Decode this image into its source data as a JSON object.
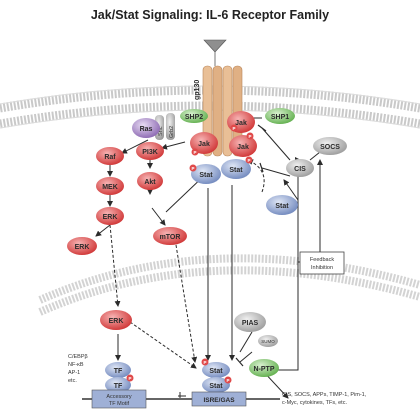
{
  "title": "Jak/Stat Signaling: IL-6 Receptor Family",
  "receptor": {
    "label": "gp130"
  },
  "adaptors": {
    "shc": "Shc",
    "grb2": "Grb2"
  },
  "nodes": {
    "ras": "Ras",
    "shp2": "SHP2",
    "jak_left": "Jak",
    "jak_right": "Jak",
    "jak_top": "Jak",
    "shp1": "SHP1",
    "socs": "SOCS",
    "cis": "CIS",
    "raf": "Raf",
    "mek": "MEK",
    "erk1": "ERK",
    "erk2": "ERK",
    "pi3k": "PI3K",
    "akt": "Akt",
    "mtor": "mTOR",
    "stat_left": "Stat",
    "stat_right": "Stat",
    "stat_free": "Stat",
    "erk_nuc": "ERK",
    "pias": "PIAS",
    "sumo": "SUMO",
    "nptp": "N-PTP",
    "tf_top": "TF",
    "tf_bottom": "TF",
    "stat_nuc_top": "Stat",
    "stat_nuc_bottom": "Stat"
  },
  "phospho": "P",
  "tf_list": [
    "C/EBPβ",
    "NF-κB",
    "AP-1",
    "etc."
  ],
  "boxes": {
    "feedback": [
      "Feedback",
      "Inhibition"
    ],
    "accessory": [
      "Accessory",
      "TF Motif"
    ],
    "isre": "ISRE/GAS"
  },
  "targets": [
    "CIS, SOCS, APPs, TIMP-1, Pim-1,",
    "c-Myc, cytokines, TFs, etc."
  ],
  "colors": {
    "red": "#d43a3a",
    "red_light": "#f3a7a7",
    "pink": "#f5c0c0",
    "blue": "#7f98c9",
    "blue_light": "#c6d2ec",
    "green": "#7dc36a",
    "gray": "#b9b9b9",
    "purple": "#9c7bbf",
    "receptor": "#e7b88f",
    "membrane": "#e2e2e2"
  }
}
